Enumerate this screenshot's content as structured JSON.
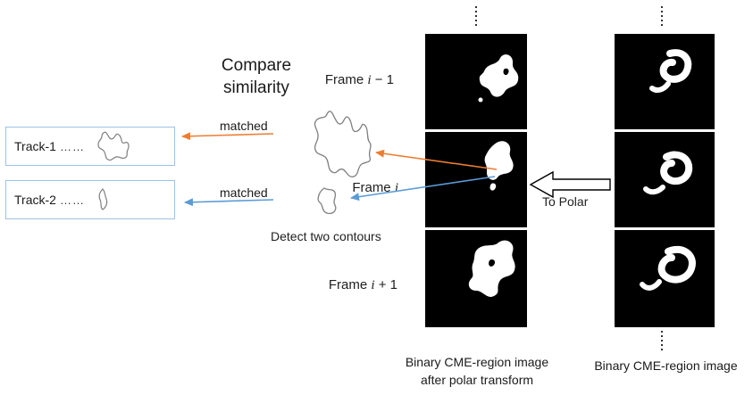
{
  "figure": {
    "compare_title": "Compare\nsimilarity",
    "matched_top": "matched",
    "matched_bottom": "matched",
    "detect_label": "Detect two contours",
    "to_polar_label": "To Polar",
    "frame_prev": {
      "pre": "Frame ",
      "var": "i",
      "post": " − 1"
    },
    "frame_cur": {
      "pre": "Frame ",
      "var": "i",
      "post": ""
    },
    "frame_next": {
      "pre": "Frame ",
      "var": "i",
      "post": " + 1"
    },
    "tracks": [
      {
        "label": "Track-1",
        "dots": "……"
      },
      {
        "label": "Track-2",
        "dots": "……"
      }
    ],
    "caption_polar": "Binary CME-region image\nafter polar transform",
    "caption_binary": "Binary CME-region image",
    "colors": {
      "match_arrow_top": "#ED7D31",
      "match_arrow_bottom": "#5B9BD5",
      "track_box_border": "#9CC2E5",
      "contour_stroke": "#7F7F7F",
      "frame_background": "#000000",
      "cme_shape": "#FFFFFF"
    }
  }
}
